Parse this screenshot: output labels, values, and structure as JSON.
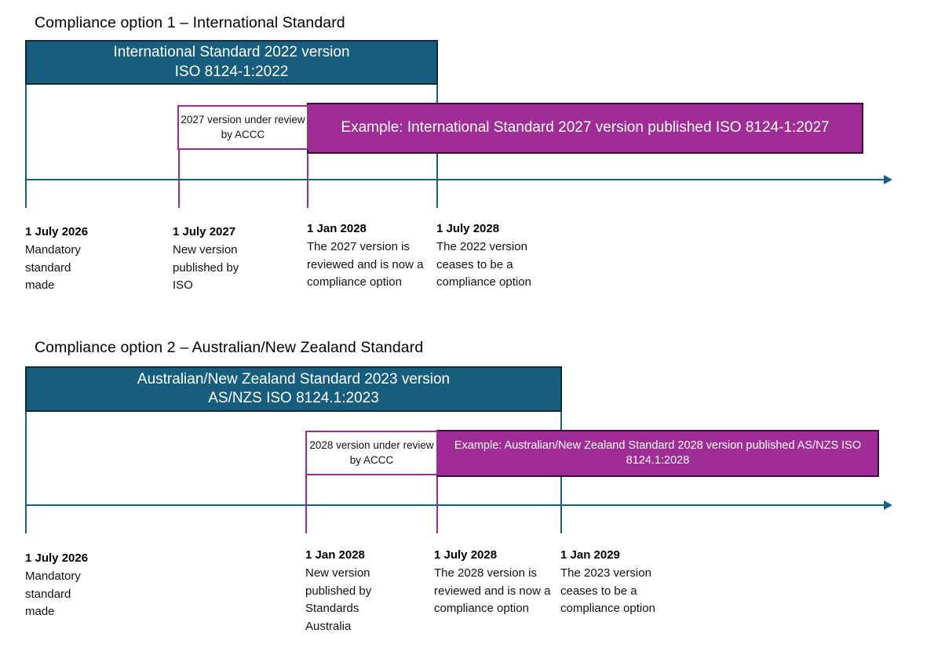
{
  "page": {
    "background": "#ffffff",
    "accent_blue": "#175E7E",
    "accent_blue_border": "#102A35",
    "accent_purple": "#A02D96",
    "accent_purple_border": "#3B0B3D",
    "rule_blue": "#17607F"
  },
  "sections": [
    {
      "title": "Compliance option 1 – International Standard",
      "standard_bar": {
        "line1": "International Standard 2022 version",
        "line2": "ISO 8124-1:2022"
      },
      "review_box": {
        "line1": "2027 version under",
        "line2": "review by ACCC"
      },
      "example_bar": {
        "line1": "Example: International Standard 2027 version published",
        "line2": "ISO 8124-1:2027"
      },
      "milestones": [
        {
          "date": "1 July 2026",
          "description": "Mandatory standard made"
        },
        {
          "date": "1 July 2027",
          "description": "New version published by ISO"
        },
        {
          "date": "1 Jan 2028",
          "description": "The 2027 version is reviewed and is now a compliance option"
        },
        {
          "date": "1 July 2028",
          "description": "The 2022 version ceases to be a compliance option"
        }
      ]
    },
    {
      "title": "Compliance option 2 – Australian/New Zealand Standard",
      "standard_bar": {
        "line1": "Australian/New Zealand Standard 2023 version",
        "line2": "AS/NZS ISO 8124.1:2023"
      },
      "review_box": {
        "line1": "2028 version under",
        "line2": "review by ACCC"
      },
      "example_bar": {
        "line1": "Example: Australian/New Zealand Standard 2028 version published",
        "line2": "AS/NZS ISO 8124.1:2028"
      },
      "milestones": [
        {
          "date": "1 July 2026",
          "description": "Mandatory standard made"
        },
        {
          "date": "1 Jan 2028",
          "description": "New version published by Standards Australia"
        },
        {
          "date": "1 July 2028",
          "description": "The 2028 version is reviewed and is now a compliance option"
        },
        {
          "date": "1 Jan 2029",
          "description": "The 2023 version ceases to be a compliance option"
        }
      ]
    }
  ]
}
